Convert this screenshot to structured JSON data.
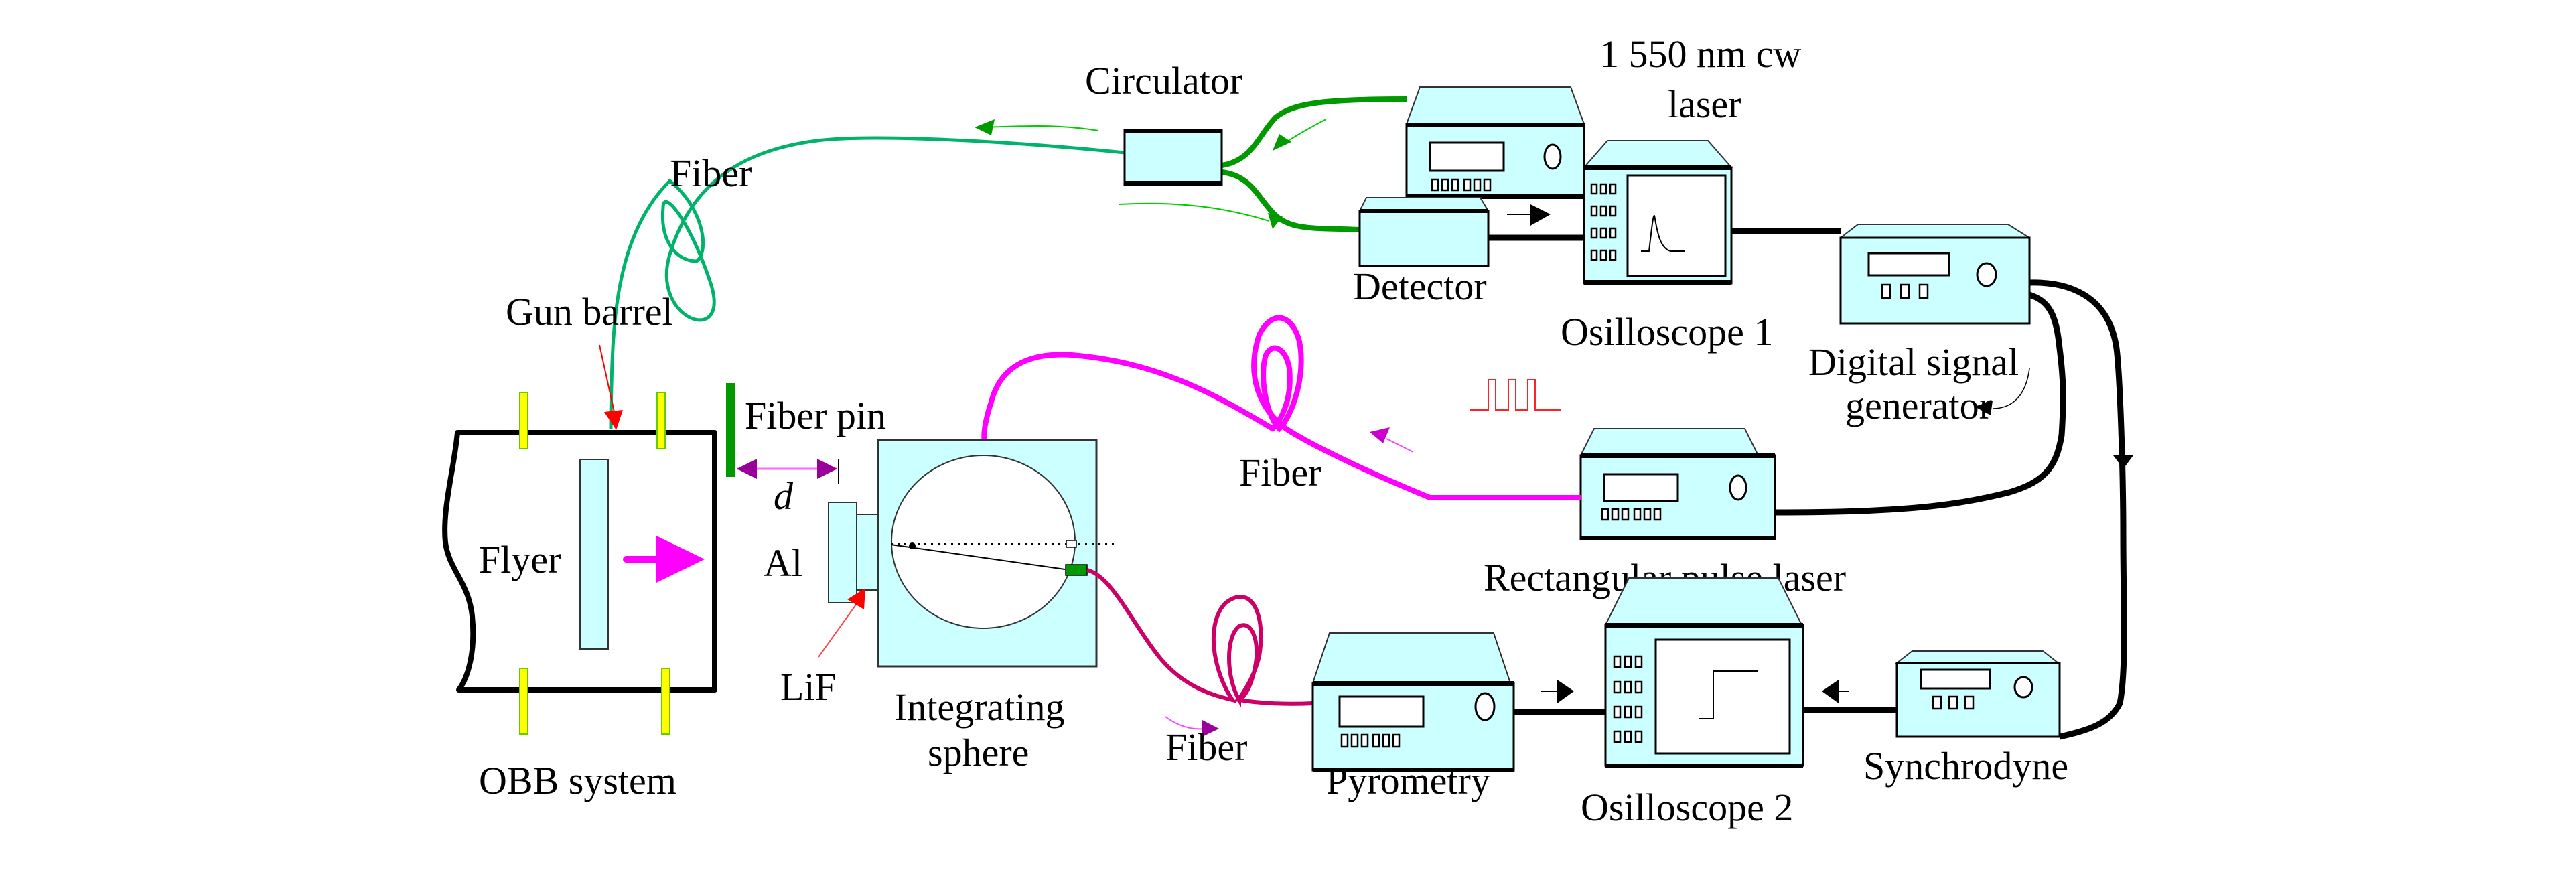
{
  "figure": {
    "labels": {
      "laser_1550_line1": "1 550 nm cw",
      "laser_1550_line2": "laser",
      "circulator": "Circulator",
      "fiber_top": "Fiber",
      "detector": "Detector",
      "oscilloscope1": "Osilloscope 1",
      "dsg_line1": "Digital signal",
      "dsg_line2": "generator",
      "gun_barrel": "Gun barrel",
      "fiber_pin": "Fiber pin",
      "distance": "d",
      "flyer": "Flyer",
      "al": "Al",
      "lif": "LiF",
      "sphere_line1": "Integrating",
      "sphere_line2": "sphere",
      "obb": "OBB system",
      "fiber_mid": "Fiber",
      "rect_laser": "Rectangular pulse laser",
      "fiber_bottom": "Fiber",
      "pyrometry": "Pyrometry",
      "oscilloscope2": "Osilloscope 2",
      "synchrodyne": "Synchrodyne"
    },
    "colors": {
      "device_fill": "#ccffff",
      "fiber_green": "#00b36b",
      "fiber_dark_green": "#009900",
      "fiber_magenta": "#ff00ff",
      "fiber_crimson": "#cc0066",
      "arrow_purple": "#990099",
      "pointer_red": "#ff0000",
      "clamp_yellow": "#ffff00"
    }
  }
}
